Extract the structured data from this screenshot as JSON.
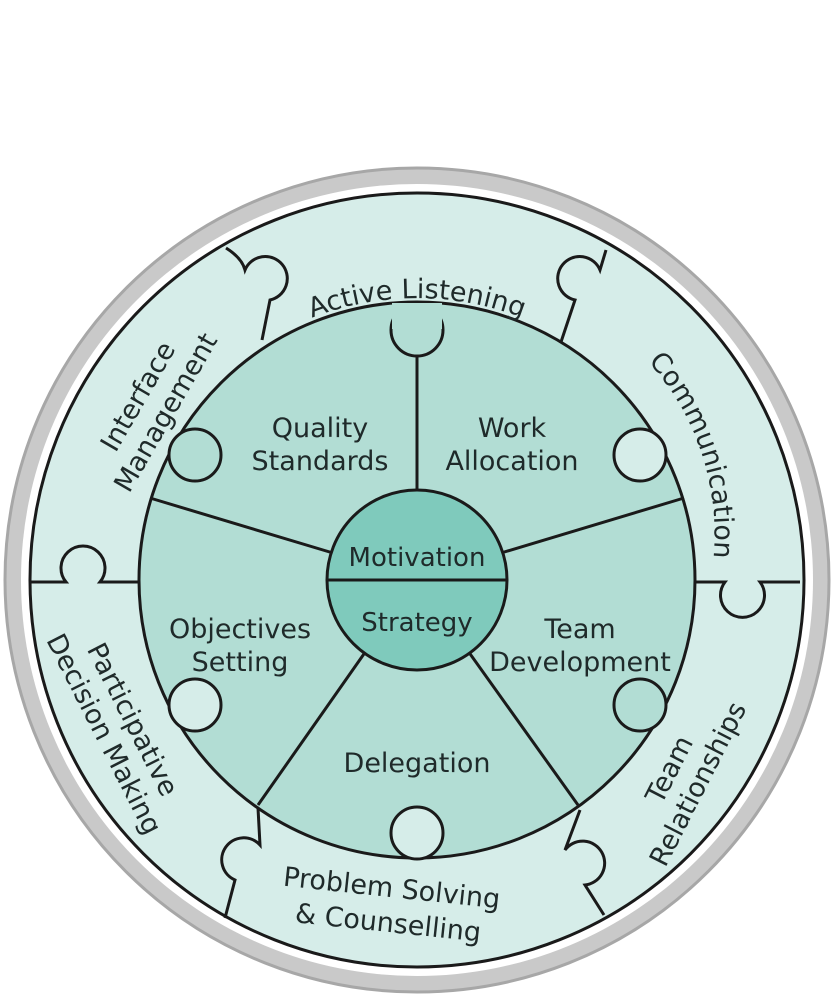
{
  "colors": {
    "rim": "#c9c9c9",
    "rim_edge": "#a7a7a7",
    "outer_ring": "#d6ede9",
    "inner_ring": "#b2ddd4",
    "core": "#7fcabc",
    "stroke": "#1a1a1a",
    "text": "#1f2a2a"
  },
  "core": {
    "top": "Motivation",
    "bottom": "Strategy"
  },
  "inner_segments": [
    {
      "lines": [
        "Quality",
        "Standards"
      ]
    },
    {
      "lines": [
        "Work",
        "Allocation"
      ]
    },
    {
      "lines": [
        "Team",
        "Development"
      ]
    },
    {
      "lines": [
        "Delegation"
      ]
    },
    {
      "lines": [
        "Objectives",
        "Setting"
      ]
    }
  ],
  "outer_segments": [
    {
      "lines": [
        "Active Listening"
      ]
    },
    {
      "lines": [
        "Communication"
      ]
    },
    {
      "lines": [
        "Team",
        "Relationships"
      ]
    },
    {
      "lines": [
        "Problem Solving",
        "& Counselling"
      ]
    },
    {
      "lines": [
        "Participative",
        "Decision Making"
      ]
    },
    {
      "lines": [
        "Interface",
        "Management"
      ]
    }
  ]
}
